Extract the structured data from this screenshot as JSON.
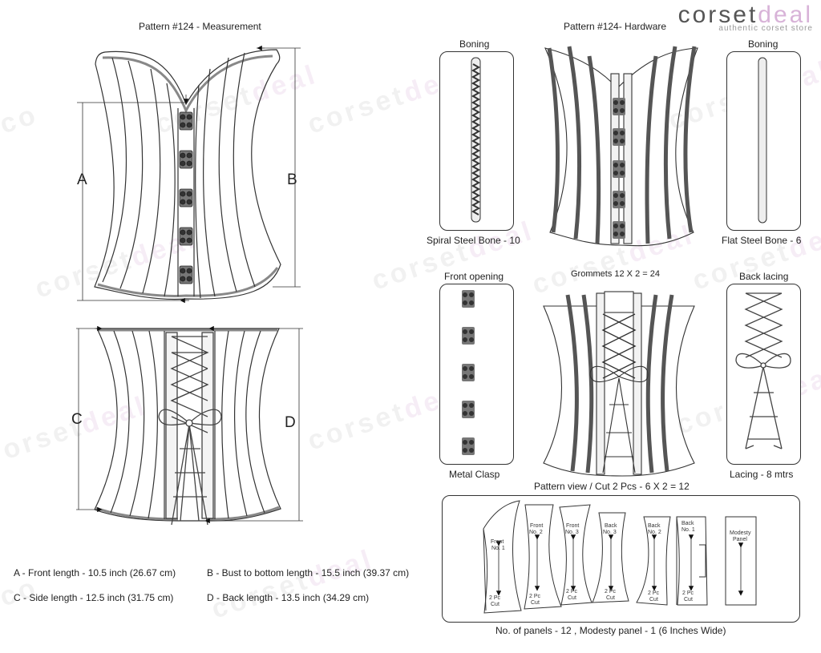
{
  "brand": {
    "word_a": "corset",
    "word_b": "deal",
    "tagline": "authentic corset store"
  },
  "left_title": "Pattern #124 -  Measurement",
  "right_title": "Pattern #124-  Hardware",
  "labels": {
    "a": "A",
    "b": "B",
    "c": "C",
    "d": "D"
  },
  "measurements": {
    "a": "A - Front length - 10.5 inch (26.67 cm)",
    "b": "B - Bust to bottom length - 15.5 inch (39.37 cm)",
    "c": "C - Side length - 12.5 inch (31.75 cm)",
    "d": "D - Back length - 13.5 inch (34.29 cm)"
  },
  "hardware": {
    "boning_left_title": "Boning",
    "boning_left_caption": "Spiral Steel Bone - 10",
    "boning_right_title": "Boning",
    "boning_right_caption": "Flat Steel Bone - 6",
    "front_opening_title": "Front opening",
    "front_opening_caption": "Metal Clasp",
    "grommets_title": "Grommets 12 X 2 = 24",
    "back_lacing_title": "Back lacing",
    "back_lacing_caption": "Lacing - 8 mtrs"
  },
  "pattern_view": {
    "title": "Pattern view  /  Cut 2 Pcs - 6 X 2 = 12",
    "footer": "No. of panels - 12  , Modesty panel - 1 (6 Inches Wide)",
    "panels": [
      {
        "l1": "Front",
        "l2": "No. 1",
        "cut1": "2 Pc",
        "cut2": "Cut"
      },
      {
        "l1": "Front",
        "l2": "No. 2",
        "cut1": "2 Pc",
        "cut2": "Cut"
      },
      {
        "l1": "Front",
        "l2": "No. 3",
        "cut1": "2 Pc",
        "cut2": "Cut"
      },
      {
        "l1": "Back",
        "l2": "No. 3",
        "cut1": "2 Pc",
        "cut2": "Cut"
      },
      {
        "l1": "Back",
        "l2": "No. 2",
        "cut1": "2 Pc",
        "cut2": "Cut"
      },
      {
        "l1": "Back",
        "l2": "No. 1",
        "cut1": "2 Pc",
        "cut2": "Cut"
      },
      {
        "l1": "Modesty",
        "l2": "Panel",
        "cut1": "",
        "cut2": ""
      }
    ]
  }
}
